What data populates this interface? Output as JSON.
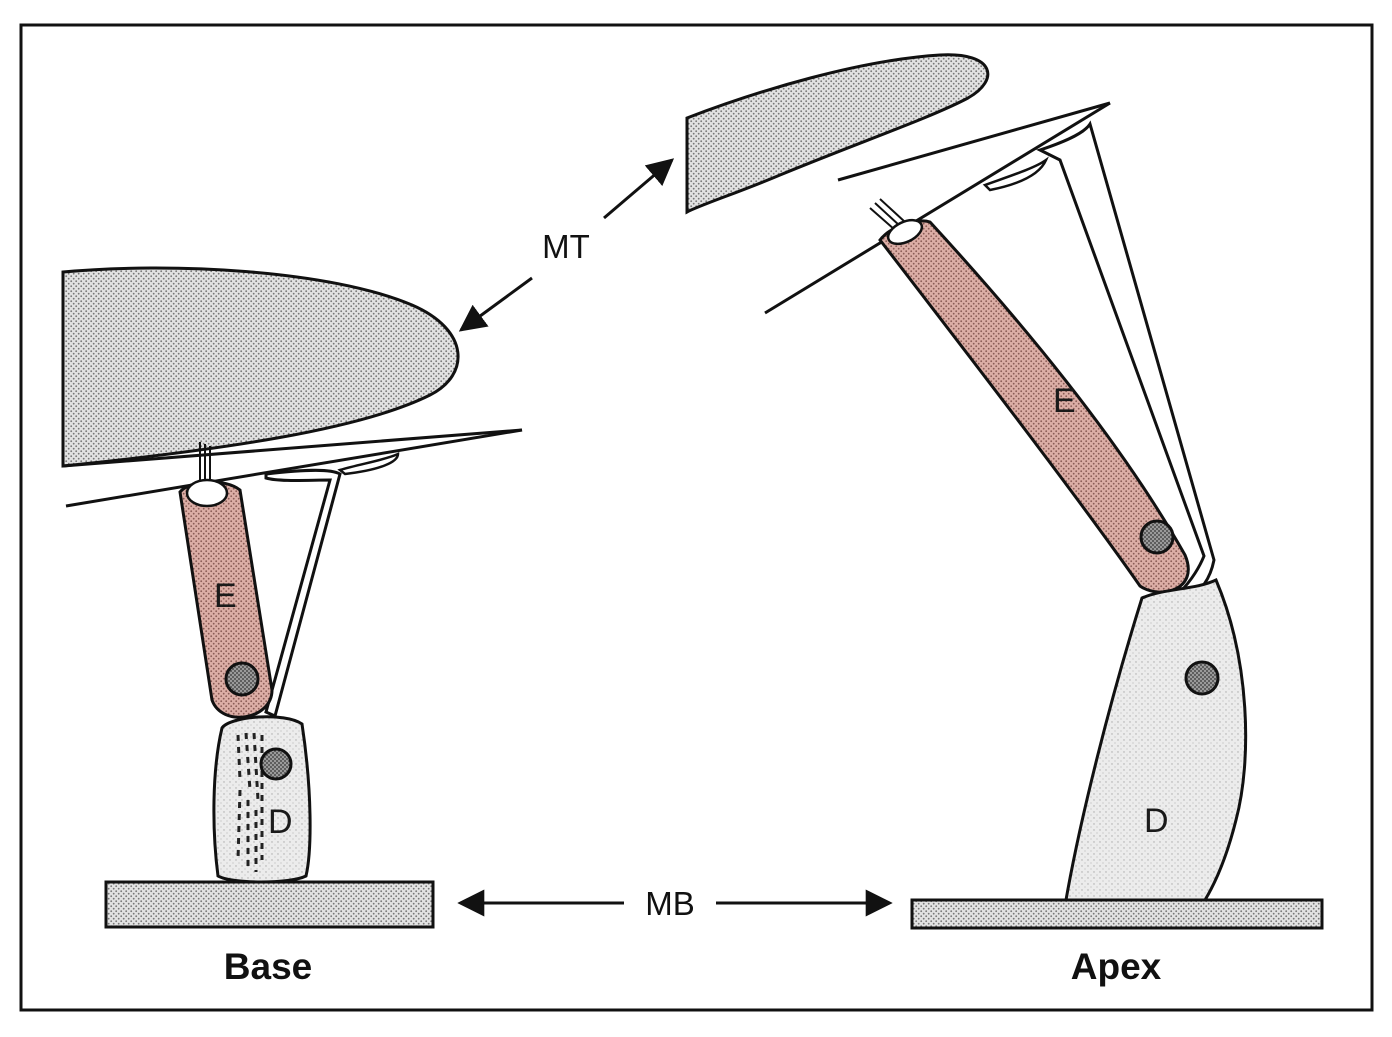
{
  "labels": {
    "mt": "MT",
    "mb": "MB",
    "base": "Base",
    "apex": "Apex",
    "e_left": "E",
    "d_left": "D",
    "e_right": "E",
    "d_right": "D"
  },
  "colors": {
    "frame": "#111111",
    "membrane_fill": "#d4d4d4",
    "cell_e_fill": "#d6a8a0",
    "cell_d_fill": "#e8e8e8",
    "nucleus_fill": "#8a8a8a",
    "basilar_fill": "#cfcfcf"
  }
}
